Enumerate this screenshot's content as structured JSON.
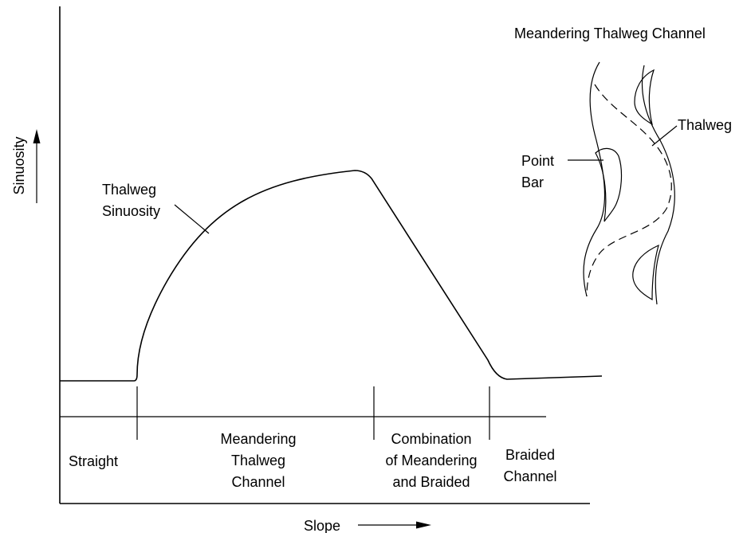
{
  "axes": {
    "x_label": "Slope",
    "y_label": "Sinuosity"
  },
  "curve": {
    "label_line1": "Thalweg",
    "label_line2": "Sinuosity"
  },
  "regions": {
    "straight": "Straight",
    "meandering": [
      "Meandering",
      "Thalweg",
      "Channel"
    ],
    "combination": [
      "Combination",
      "of Meandering",
      "and Braided"
    ],
    "braided": [
      "Braided",
      "Channel"
    ]
  },
  "inset": {
    "title": "Meandering Thalweg Channel",
    "thalweg_label": "Thalweg",
    "point_bar_line1": "Point",
    "point_bar_line2": "Bar"
  },
  "colors": {
    "ink": "#000000",
    "background": "#ffffff"
  }
}
